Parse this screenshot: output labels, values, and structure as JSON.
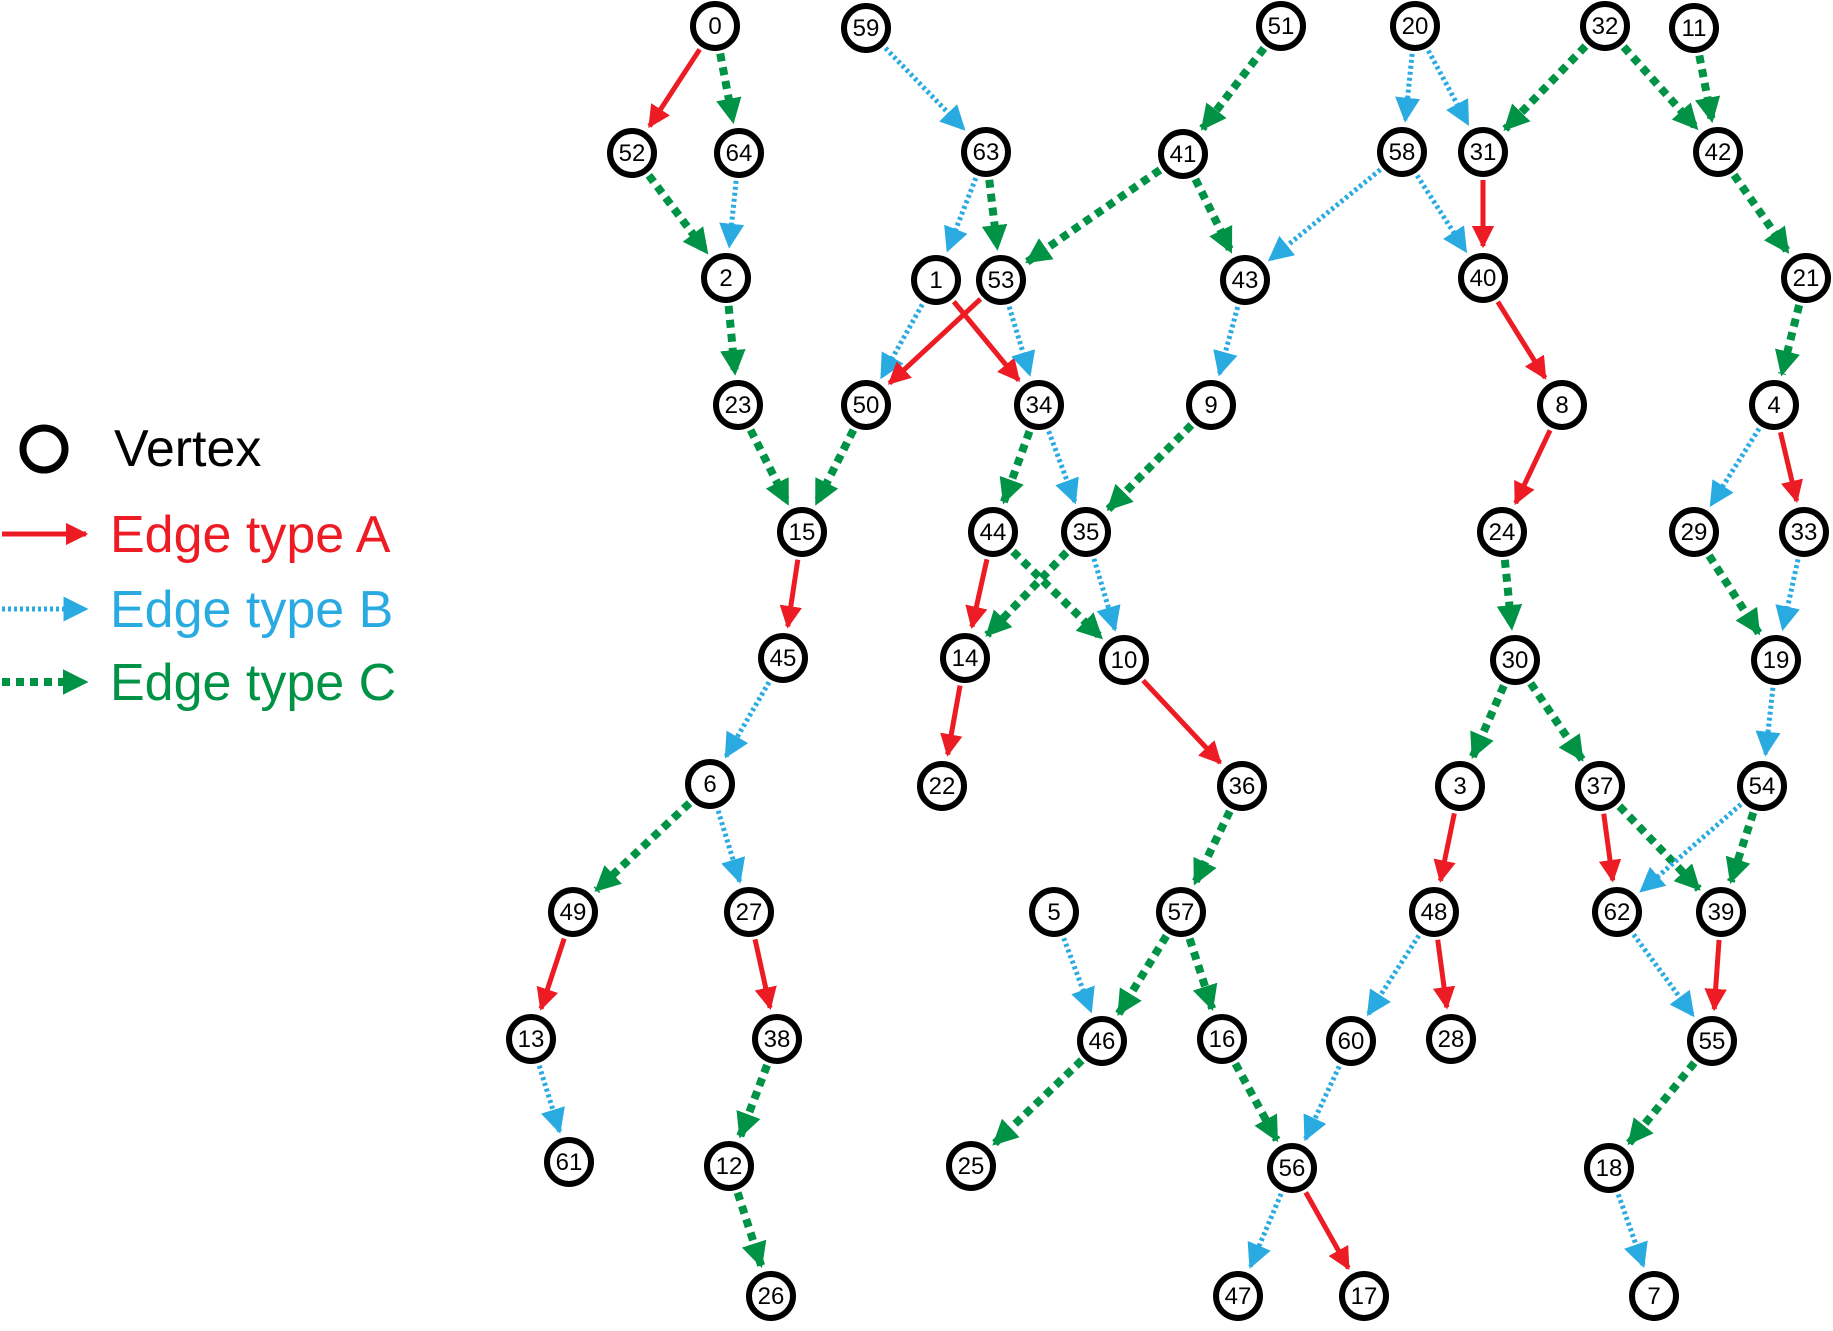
{
  "legend": {
    "vertex_label": "Vertex",
    "edge_types": [
      {
        "key": "A",
        "label": "Edge type A",
        "color": "#ed1c24",
        "style": "solid"
      },
      {
        "key": "B",
        "label": "Edge type B",
        "color": "#29abe2",
        "style": "dotted"
      },
      {
        "key": "C",
        "label": "Edge type C",
        "color": "#009245",
        "style": "dashed"
      }
    ]
  },
  "graph": {
    "vertices": [
      "0",
      "59",
      "51",
      "20",
      "32",
      "11",
      "52",
      "64",
      "63",
      "41",
      "58",
      "31",
      "42",
      "2",
      "1",
      "53",
      "43",
      "40",
      "21",
      "23",
      "50",
      "34",
      "9",
      "8",
      "4",
      "15",
      "44",
      "35",
      "24",
      "29",
      "33",
      "45",
      "14",
      "10",
      "30",
      "19",
      "6",
      "22",
      "36",
      "3",
      "37",
      "54",
      "49",
      "27",
      "5",
      "57",
      "48",
      "62",
      "39",
      "13",
      "38",
      "46",
      "16",
      "60",
      "28",
      "55",
      "61",
      "12",
      "25",
      "56",
      "18",
      "26",
      "47",
      "17",
      "7"
    ],
    "edges": [
      {
        "from": "0",
        "to": "52",
        "type": "A"
      },
      {
        "from": "0",
        "to": "64",
        "type": "C"
      },
      {
        "from": "52",
        "to": "2",
        "type": "C"
      },
      {
        "from": "64",
        "to": "2",
        "type": "B"
      },
      {
        "from": "2",
        "to": "23",
        "type": "C"
      },
      {
        "from": "23",
        "to": "15",
        "type": "C"
      },
      {
        "from": "50",
        "to": "15",
        "type": "C"
      },
      {
        "from": "15",
        "to": "45",
        "type": "A"
      },
      {
        "from": "45",
        "to": "6",
        "type": "B"
      },
      {
        "from": "6",
        "to": "49",
        "type": "C"
      },
      {
        "from": "6",
        "to": "27",
        "type": "B"
      },
      {
        "from": "49",
        "to": "13",
        "type": "A"
      },
      {
        "from": "13",
        "to": "61",
        "type": "B"
      },
      {
        "from": "27",
        "to": "38",
        "type": "A"
      },
      {
        "from": "38",
        "to": "12",
        "type": "C"
      },
      {
        "from": "12",
        "to": "26",
        "type": "C"
      },
      {
        "from": "59",
        "to": "63",
        "type": "B"
      },
      {
        "from": "63",
        "to": "1",
        "type": "B"
      },
      {
        "from": "63",
        "to": "53",
        "type": "C"
      },
      {
        "from": "1",
        "to": "50",
        "type": "B"
      },
      {
        "from": "1",
        "to": "34",
        "type": "A"
      },
      {
        "from": "53",
        "to": "50",
        "type": "A"
      },
      {
        "from": "53",
        "to": "34",
        "type": "B"
      },
      {
        "from": "51",
        "to": "41",
        "type": "C"
      },
      {
        "from": "41",
        "to": "53",
        "type": "C"
      },
      {
        "from": "41",
        "to": "43",
        "type": "C"
      },
      {
        "from": "58",
        "to": "43",
        "type": "B"
      },
      {
        "from": "58",
        "to": "40",
        "type": "B"
      },
      {
        "from": "43",
        "to": "9",
        "type": "B"
      },
      {
        "from": "9",
        "to": "35",
        "type": "C"
      },
      {
        "from": "34",
        "to": "44",
        "type": "C"
      },
      {
        "from": "34",
        "to": "35",
        "type": "B"
      },
      {
        "from": "44",
        "to": "14",
        "type": "A"
      },
      {
        "from": "44",
        "to": "10",
        "type": "C"
      },
      {
        "from": "35",
        "to": "14",
        "type": "C"
      },
      {
        "from": "35",
        "to": "10",
        "type": "B"
      },
      {
        "from": "14",
        "to": "22",
        "type": "A"
      },
      {
        "from": "10",
        "to": "36",
        "type": "A"
      },
      {
        "from": "36",
        "to": "57",
        "type": "C"
      },
      {
        "from": "57",
        "to": "46",
        "type": "C"
      },
      {
        "from": "57",
        "to": "16",
        "type": "C"
      },
      {
        "from": "5",
        "to": "46",
        "type": "B"
      },
      {
        "from": "46",
        "to": "25",
        "type": "C"
      },
      {
        "from": "16",
        "to": "56",
        "type": "C"
      },
      {
        "from": "60",
        "to": "56",
        "type": "B"
      },
      {
        "from": "56",
        "to": "47",
        "type": "B"
      },
      {
        "from": "56",
        "to": "17",
        "type": "A"
      },
      {
        "from": "20",
        "to": "58",
        "type": "B"
      },
      {
        "from": "20",
        "to": "31",
        "type": "B"
      },
      {
        "from": "32",
        "to": "31",
        "type": "C"
      },
      {
        "from": "32",
        "to": "42",
        "type": "C"
      },
      {
        "from": "11",
        "to": "42",
        "type": "C"
      },
      {
        "from": "31",
        "to": "40",
        "type": "A"
      },
      {
        "from": "40",
        "to": "8",
        "type": "A"
      },
      {
        "from": "8",
        "to": "24",
        "type": "A"
      },
      {
        "from": "24",
        "to": "30",
        "type": "C"
      },
      {
        "from": "30",
        "to": "3",
        "type": "C"
      },
      {
        "from": "30",
        "to": "37",
        "type": "C"
      },
      {
        "from": "3",
        "to": "48",
        "type": "A"
      },
      {
        "from": "48",
        "to": "60",
        "type": "B"
      },
      {
        "from": "48",
        "to": "28",
        "type": "A"
      },
      {
        "from": "37",
        "to": "62",
        "type": "A"
      },
      {
        "from": "37",
        "to": "39",
        "type": "C"
      },
      {
        "from": "42",
        "to": "21",
        "type": "C"
      },
      {
        "from": "21",
        "to": "4",
        "type": "C"
      },
      {
        "from": "4",
        "to": "29",
        "type": "B"
      },
      {
        "from": "4",
        "to": "33",
        "type": "A"
      },
      {
        "from": "29",
        "to": "19",
        "type": "C"
      },
      {
        "from": "33",
        "to": "19",
        "type": "B"
      },
      {
        "from": "19",
        "to": "54",
        "type": "B"
      },
      {
        "from": "54",
        "to": "62",
        "type": "B"
      },
      {
        "from": "54",
        "to": "39",
        "type": "C"
      },
      {
        "from": "62",
        "to": "55",
        "type": "B"
      },
      {
        "from": "39",
        "to": "55",
        "type": "A"
      },
      {
        "from": "55",
        "to": "18",
        "type": "C"
      },
      {
        "from": "18",
        "to": "7",
        "type": "B"
      }
    ]
  }
}
